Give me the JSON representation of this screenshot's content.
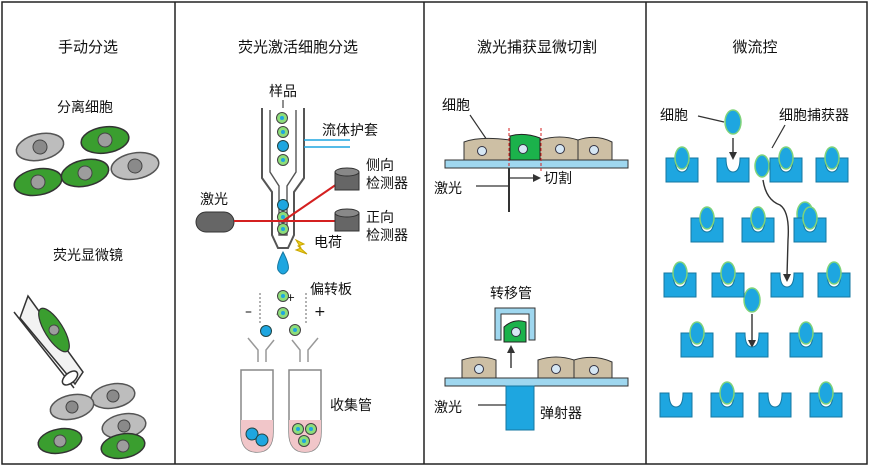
{
  "panels": [
    {
      "title": "手动分选",
      "labels": {
        "separate": "分离细胞",
        "microscope": "荧光显微镜"
      }
    },
    {
      "title": "荧光激活细胞分选",
      "labels": {
        "sample": "样品",
        "sheath": "流体护套",
        "side_detector": "侧向\n检测器",
        "laser": "激光",
        "forward_detector": "正向\n检测器",
        "charge": "电荷",
        "deflector": "偏转板",
        "minus": "–",
        "plus": "+",
        "minus2": "–",
        "plus2": "+",
        "tubes": "收集管"
      }
    },
    {
      "title": "激光捕获显微切割",
      "labels": {
        "cell": "细胞",
        "laser": "激光",
        "cut": "切割",
        "transfer_tube": "转移管",
        "laser2": "激光",
        "ejector": "弹射器"
      }
    },
    {
      "title": "微流控",
      "labels": {
        "cell": "细胞",
        "trap": "细胞捕获器"
      }
    }
  ],
  "colors": {
    "green": "#3a9e2f",
    "blue": "#1ea6e0",
    "grey": "#b9b9b9",
    "tan": "#cdbfa4",
    "red": "#d42020",
    "pink": "#f1c6c9",
    "dark": "#555555"
  }
}
